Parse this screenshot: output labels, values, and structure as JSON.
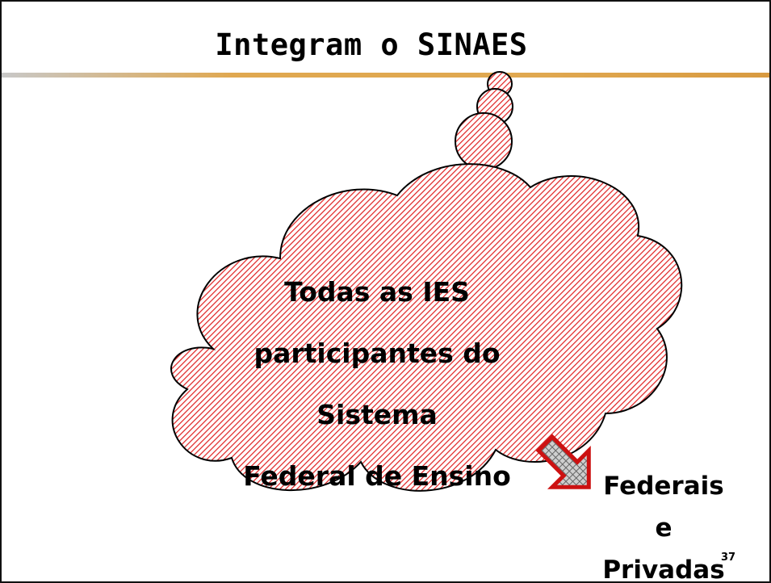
{
  "slide": {
    "title": "Integram o SINAES",
    "cloud_lines": [
      "Todas as IES",
      "participantes do Sistema",
      "Federal de Ensino"
    ],
    "side_lines": [
      "Federais",
      "e",
      "Privadas"
    ],
    "page_number": "37"
  },
  "colors": {
    "cloud_hatch": "#e02020",
    "cloud_outline": "#000000",
    "arrow_border": "#cc1111",
    "arrow_fill": "#9a9a9a",
    "title_rule": "#e0a850"
  },
  "icons": {
    "thought_cloud": "thought-bubble-cloud-icon",
    "arrow": "down-right-arrow-icon"
  }
}
